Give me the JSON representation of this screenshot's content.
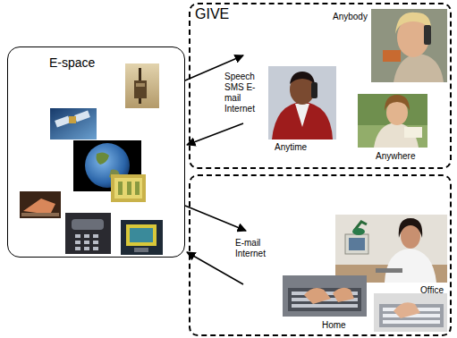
{
  "diagram": {
    "nodes": [
      {
        "text": [
          "E-space"
        ]
      },
      {
        "text": [
          "GIVE",
          "Anybody",
          "Anytime",
          "Anywhere"
        ]
      },
      {
        "text": [
          "Office",
          "Home"
        ]
      }
    ],
    "edges": [
      {
        "from": 0,
        "to": 1,
        "arrow": "to",
        "label": "Speech SMS E-mail Internet"
      },
      {
        "from": 1,
        "to": 0,
        "arrow": "to"
      },
      {
        "from": 0,
        "to": 2,
        "arrow": "to",
        "label": "E-mail Internet"
      },
      {
        "from": 2,
        "to": 0,
        "arrow": "to"
      }
    ]
  }
}
